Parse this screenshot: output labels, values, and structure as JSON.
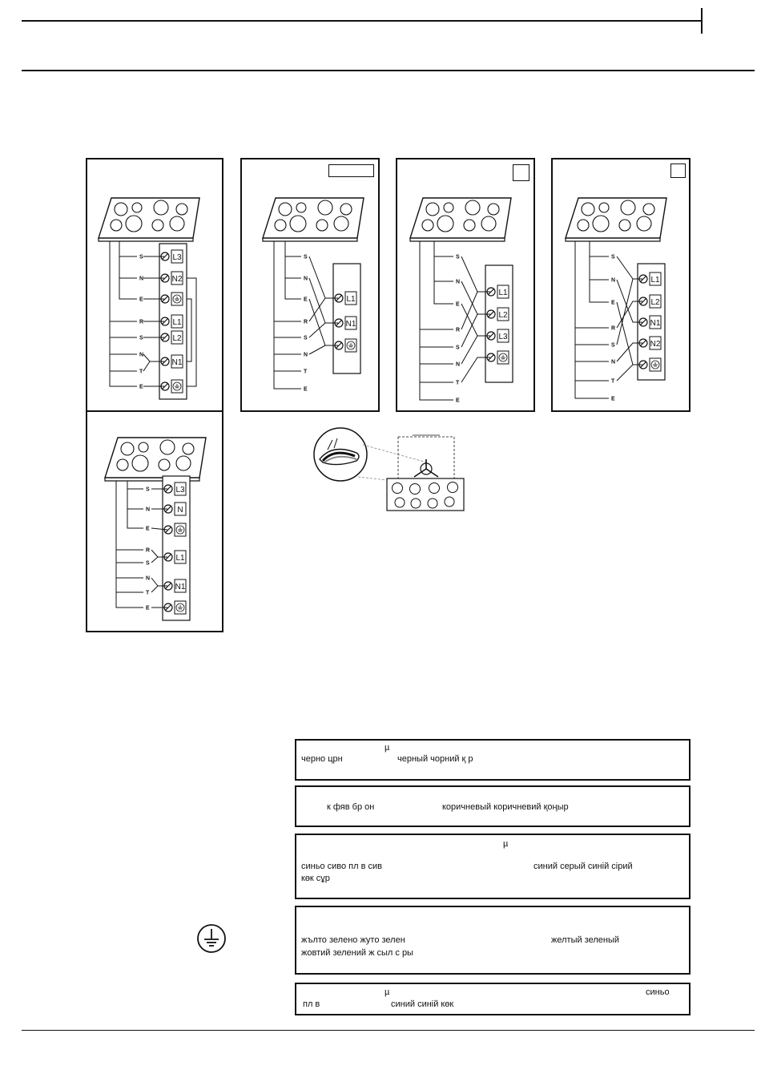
{
  "diagrams": {
    "d1": {
      "cable": [
        "S",
        "N",
        "E",
        "R",
        "S",
        "N",
        "T",
        "E"
      ],
      "terminals": [
        "L3",
        "N2",
        "earth",
        "L1",
        "L2",
        "N1",
        "earth"
      ]
    },
    "d2": {
      "cable": [
        "S",
        "N",
        "E",
        "R",
        "S",
        "N",
        "T",
        "E"
      ],
      "terminals": [
        "L1",
        "N1",
        "earth"
      ]
    },
    "d3": {
      "cable": [
        "S",
        "N",
        "E",
        "R",
        "S",
        "N",
        "T",
        "E"
      ],
      "terminals": [
        "L1",
        "L2",
        "L3",
        "earth"
      ]
    },
    "d4": {
      "cable": [
        "S",
        "N",
        "E",
        "R",
        "S",
        "N",
        "T",
        "E"
      ],
      "terminals": [
        "L1",
        "L2",
        "N1",
        "N2",
        "earth"
      ]
    },
    "d5": {
      "cable": [
        "S",
        "N",
        "E",
        "R",
        "S",
        "N",
        "T",
        "E"
      ],
      "terminals": [
        "L3",
        "N",
        "earth",
        "L1",
        "N1",
        "earth"
      ]
    }
  },
  "color_boxes": {
    "black": {
      "mu": "µ",
      "line1": "черно црн",
      "line2": "черный чорний қ  р"
    },
    "brown": {
      "line1": "к  фяв бр  он",
      "line2": "коричневый коричневий қоңыр"
    },
    "blue_grey": {
      "mu": "µ",
      "line1": "синьо сиво  пл  в     сив",
      "line2": "синий  серый  синій  сірий",
      "line3": "көк  сұр"
    },
    "yellow_green": {
      "line1": "жълто зелено жуто зелен",
      "line2": "желтый зеленый",
      "line3": "жовтий зелений ж  сыл с  ры"
    },
    "blue": {
      "mu": "µ",
      "line1": "синьо",
      "line2": "пл  в",
      "line3": "синий синій көк"
    }
  },
  "icons": {
    "earth": "earth-ground-icon"
  }
}
